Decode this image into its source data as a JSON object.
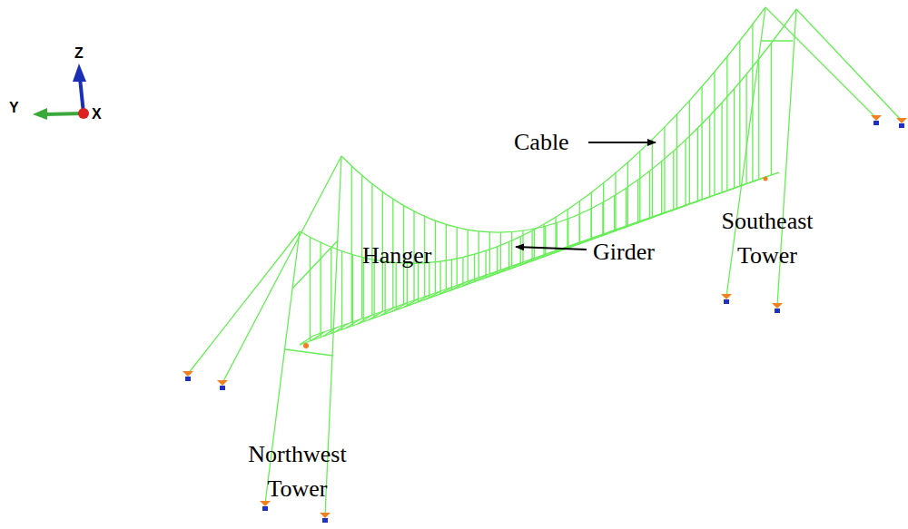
{
  "diagram": {
    "labels": [
      "Z",
      "Y",
      "X",
      "Cable",
      "Hanger",
      "Girder",
      "Southeast Tower",
      "Northwest Tower"
    ]
  }
}
